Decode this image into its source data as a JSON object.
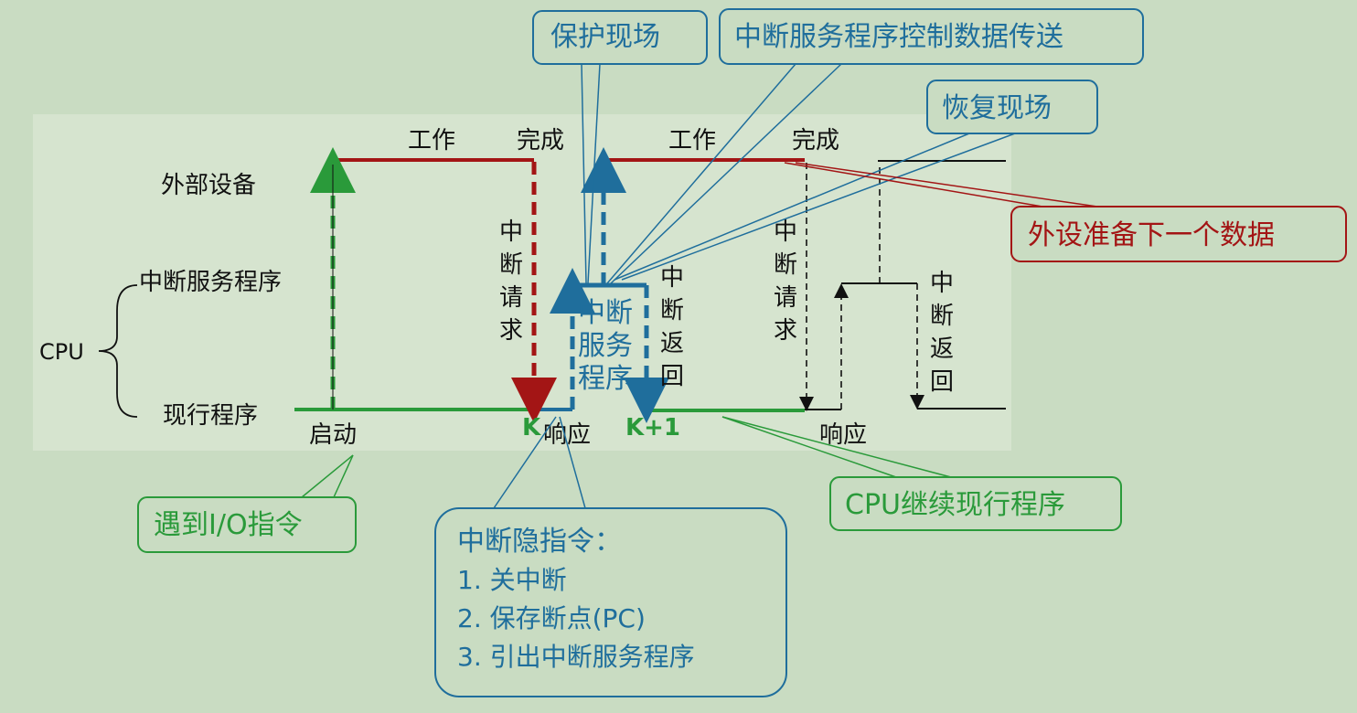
{
  "labels": {
    "device": "外部设备",
    "isr": "中断服务程序",
    "cpu": "CPU",
    "current_program": "现行程序",
    "work1": "工作",
    "done1": "完成",
    "work2": "工作",
    "done2": "完成",
    "interrupt_request1": [
      "中",
      "断",
      "请",
      "求"
    ],
    "interrupt_request2": [
      "中",
      "断",
      "请",
      "求"
    ],
    "interrupt_return1": [
      "中",
      "断",
      "返",
      "回"
    ],
    "interrupt_return2": [
      "中",
      "断",
      "返",
      "回"
    ],
    "isr_block": [
      "中断",
      "服务",
      "程序"
    ],
    "start": "启动",
    "k": "K",
    "respond1": "响应",
    "k_plus_1": "K+1",
    "respond2": "响应"
  },
  "callouts": {
    "protect_context": "保护现场",
    "isr_data_transfer": "中断服务程序控制数据传送",
    "restore_context": "恢复现场",
    "device_prepare": "外设准备下一个数据",
    "io_instruction": "遇到I/O指令",
    "cpu_continue": "CPU继续现行程序",
    "hidden_instruction_title": "中断隐指令：",
    "hidden_instruction_items": [
      "1. 关中断",
      "2. 保存断点(PC)",
      "3. 引出中断服务程序"
    ]
  },
  "colors": {
    "background": "#c9dcc2",
    "panel": "#d6e4cf",
    "device_line": "#a31515",
    "program_line": "#2a9a3a",
    "isr_line": "#1f6e9c",
    "callout_blue": "#1f6e9c",
    "callout_green": "#2a9a3a",
    "callout_red": "#a31515",
    "text": "#111111"
  }
}
